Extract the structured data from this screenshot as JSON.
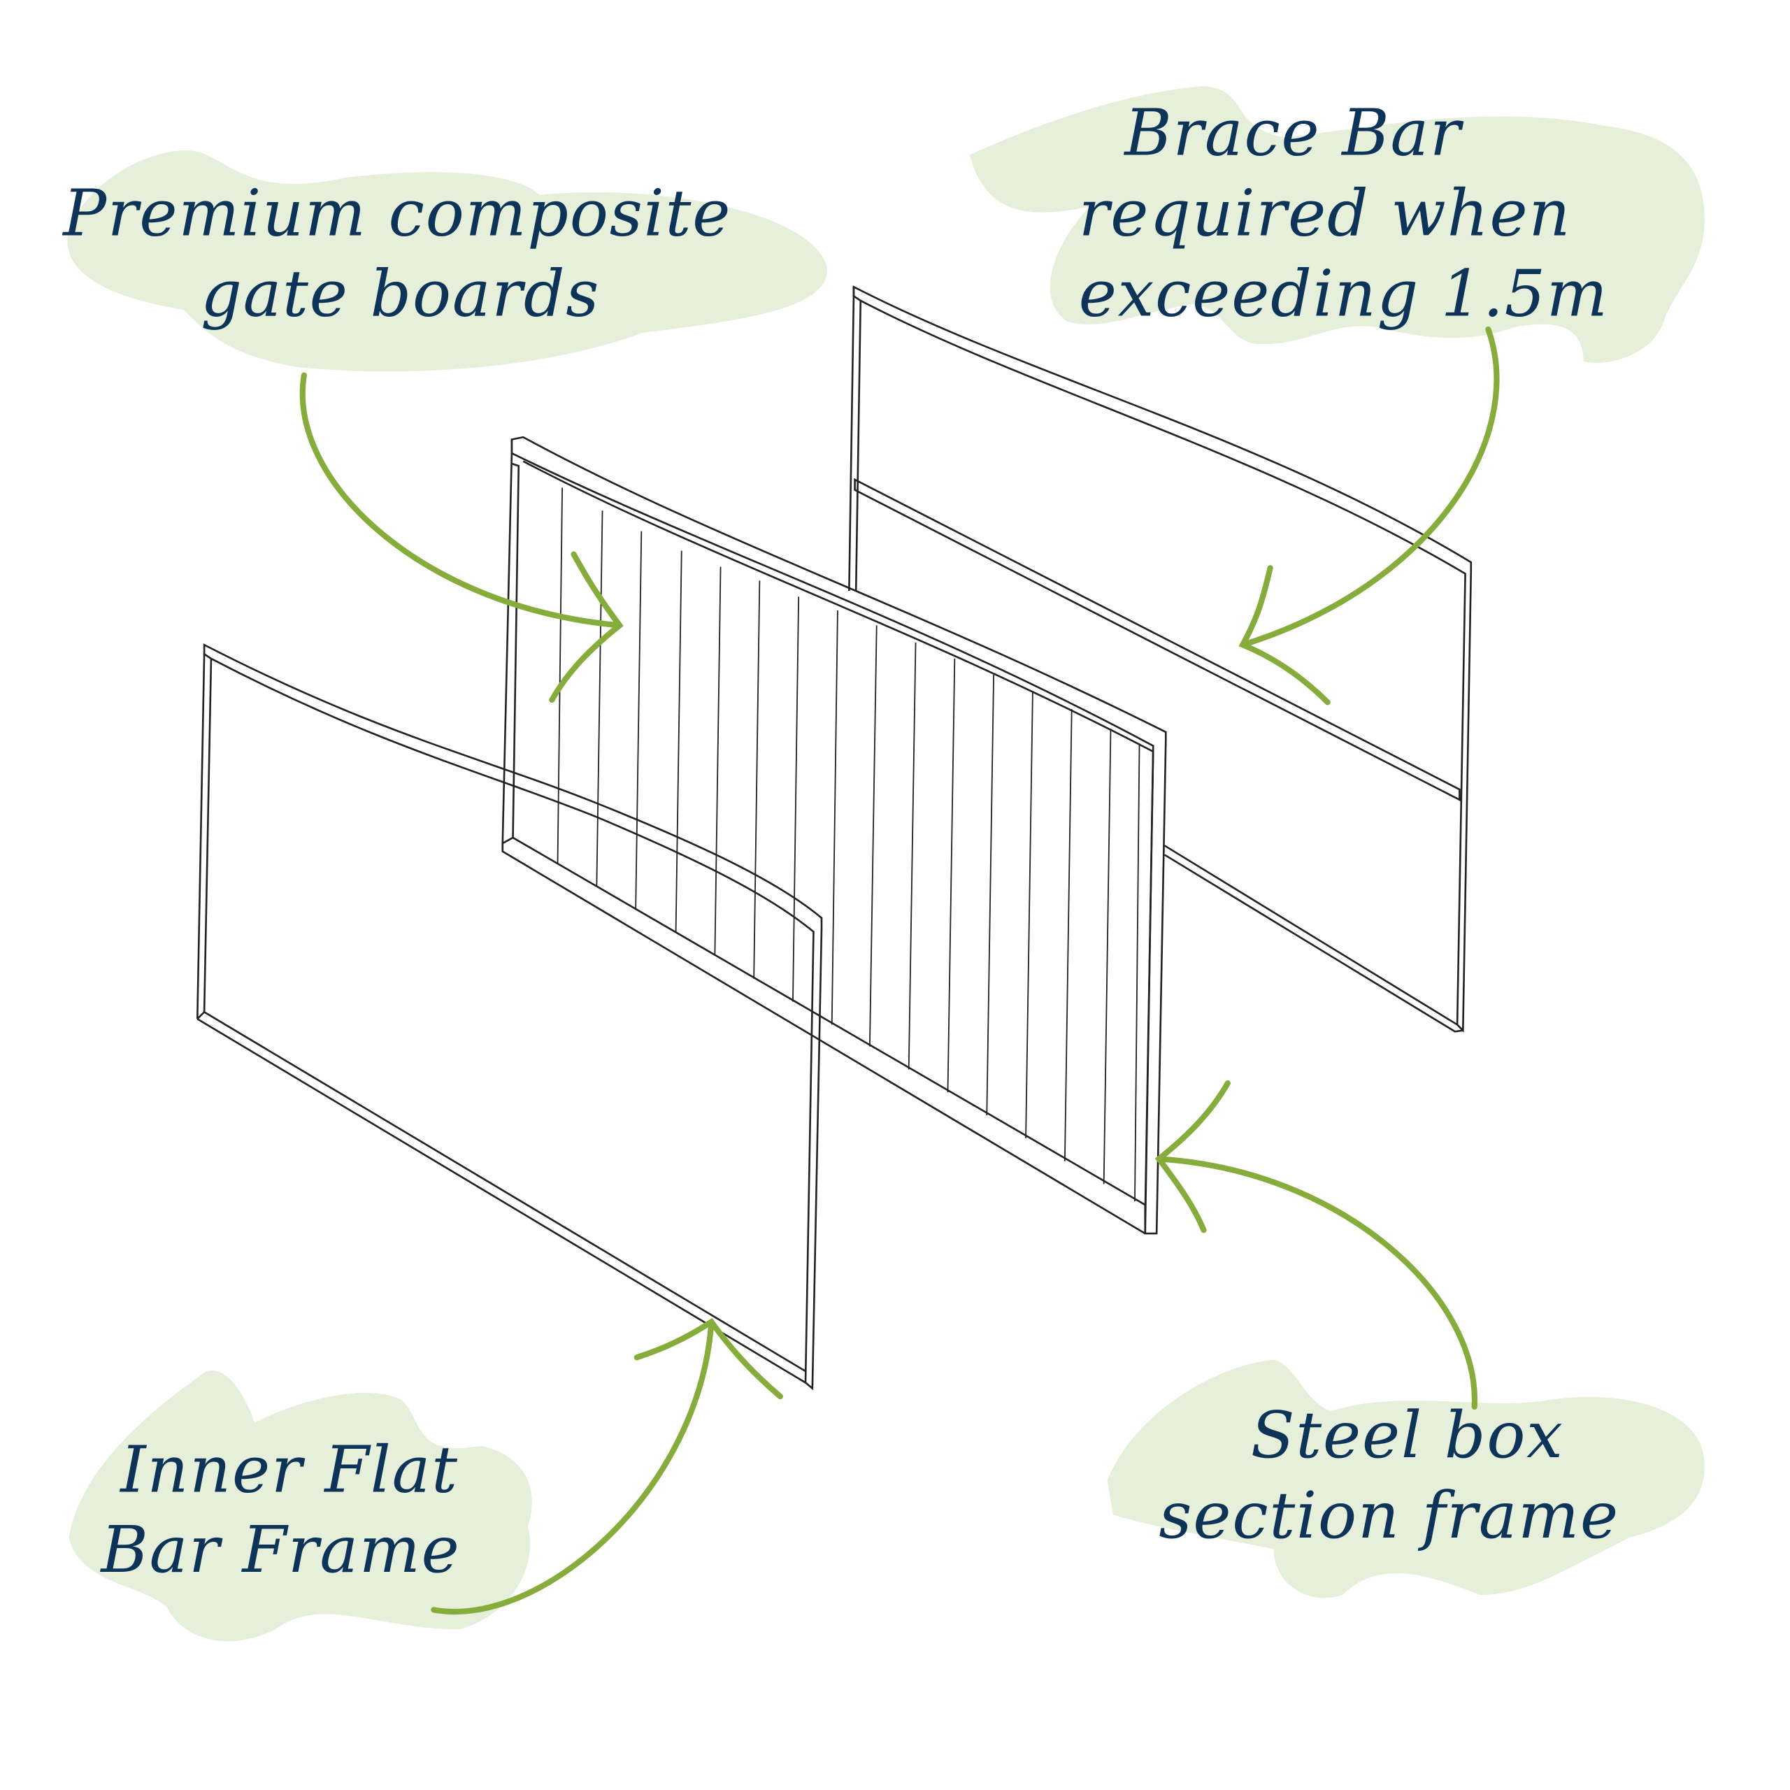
{
  "labels": {
    "boards": [
      "Premium composite",
      "gate boards"
    ],
    "brace": [
      "Brace Bar",
      "required when",
      "exceeding 1.5m"
    ],
    "inner": [
      "Inner Flat",
      "Bar Frame"
    ],
    "steel": [
      "Steel box",
      "section frame"
    ]
  },
  "colors": {
    "text": "#0d3458",
    "arrow": "#86ad3c",
    "highlight": "#e6efd9",
    "line": "#222222"
  }
}
